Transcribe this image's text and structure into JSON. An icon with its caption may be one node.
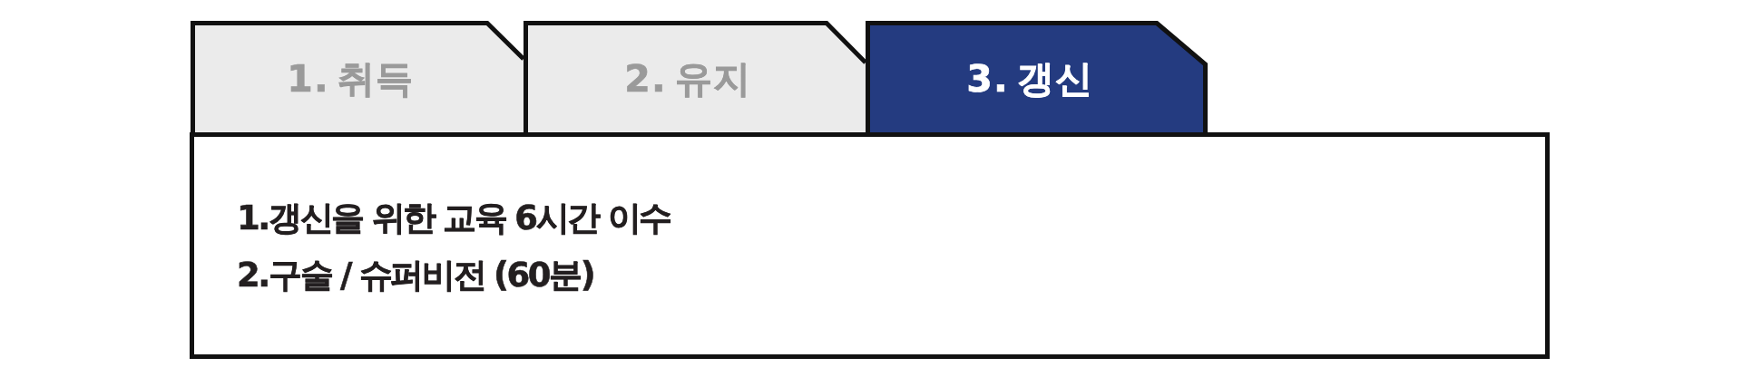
{
  "diagram": {
    "nodes": [
      {
        "text": [
          "1. 취득"
        ]
      },
      {
        "text": [
          "2. 유지"
        ]
      },
      {
        "text": [
          "3. 갱신"
        ]
      },
      {
        "text": [
          "1.갱신을 위한 교육 6시간 이수",
          "2.구술 / 슈퍼비전 (60분)"
        ]
      }
    ]
  }
}
